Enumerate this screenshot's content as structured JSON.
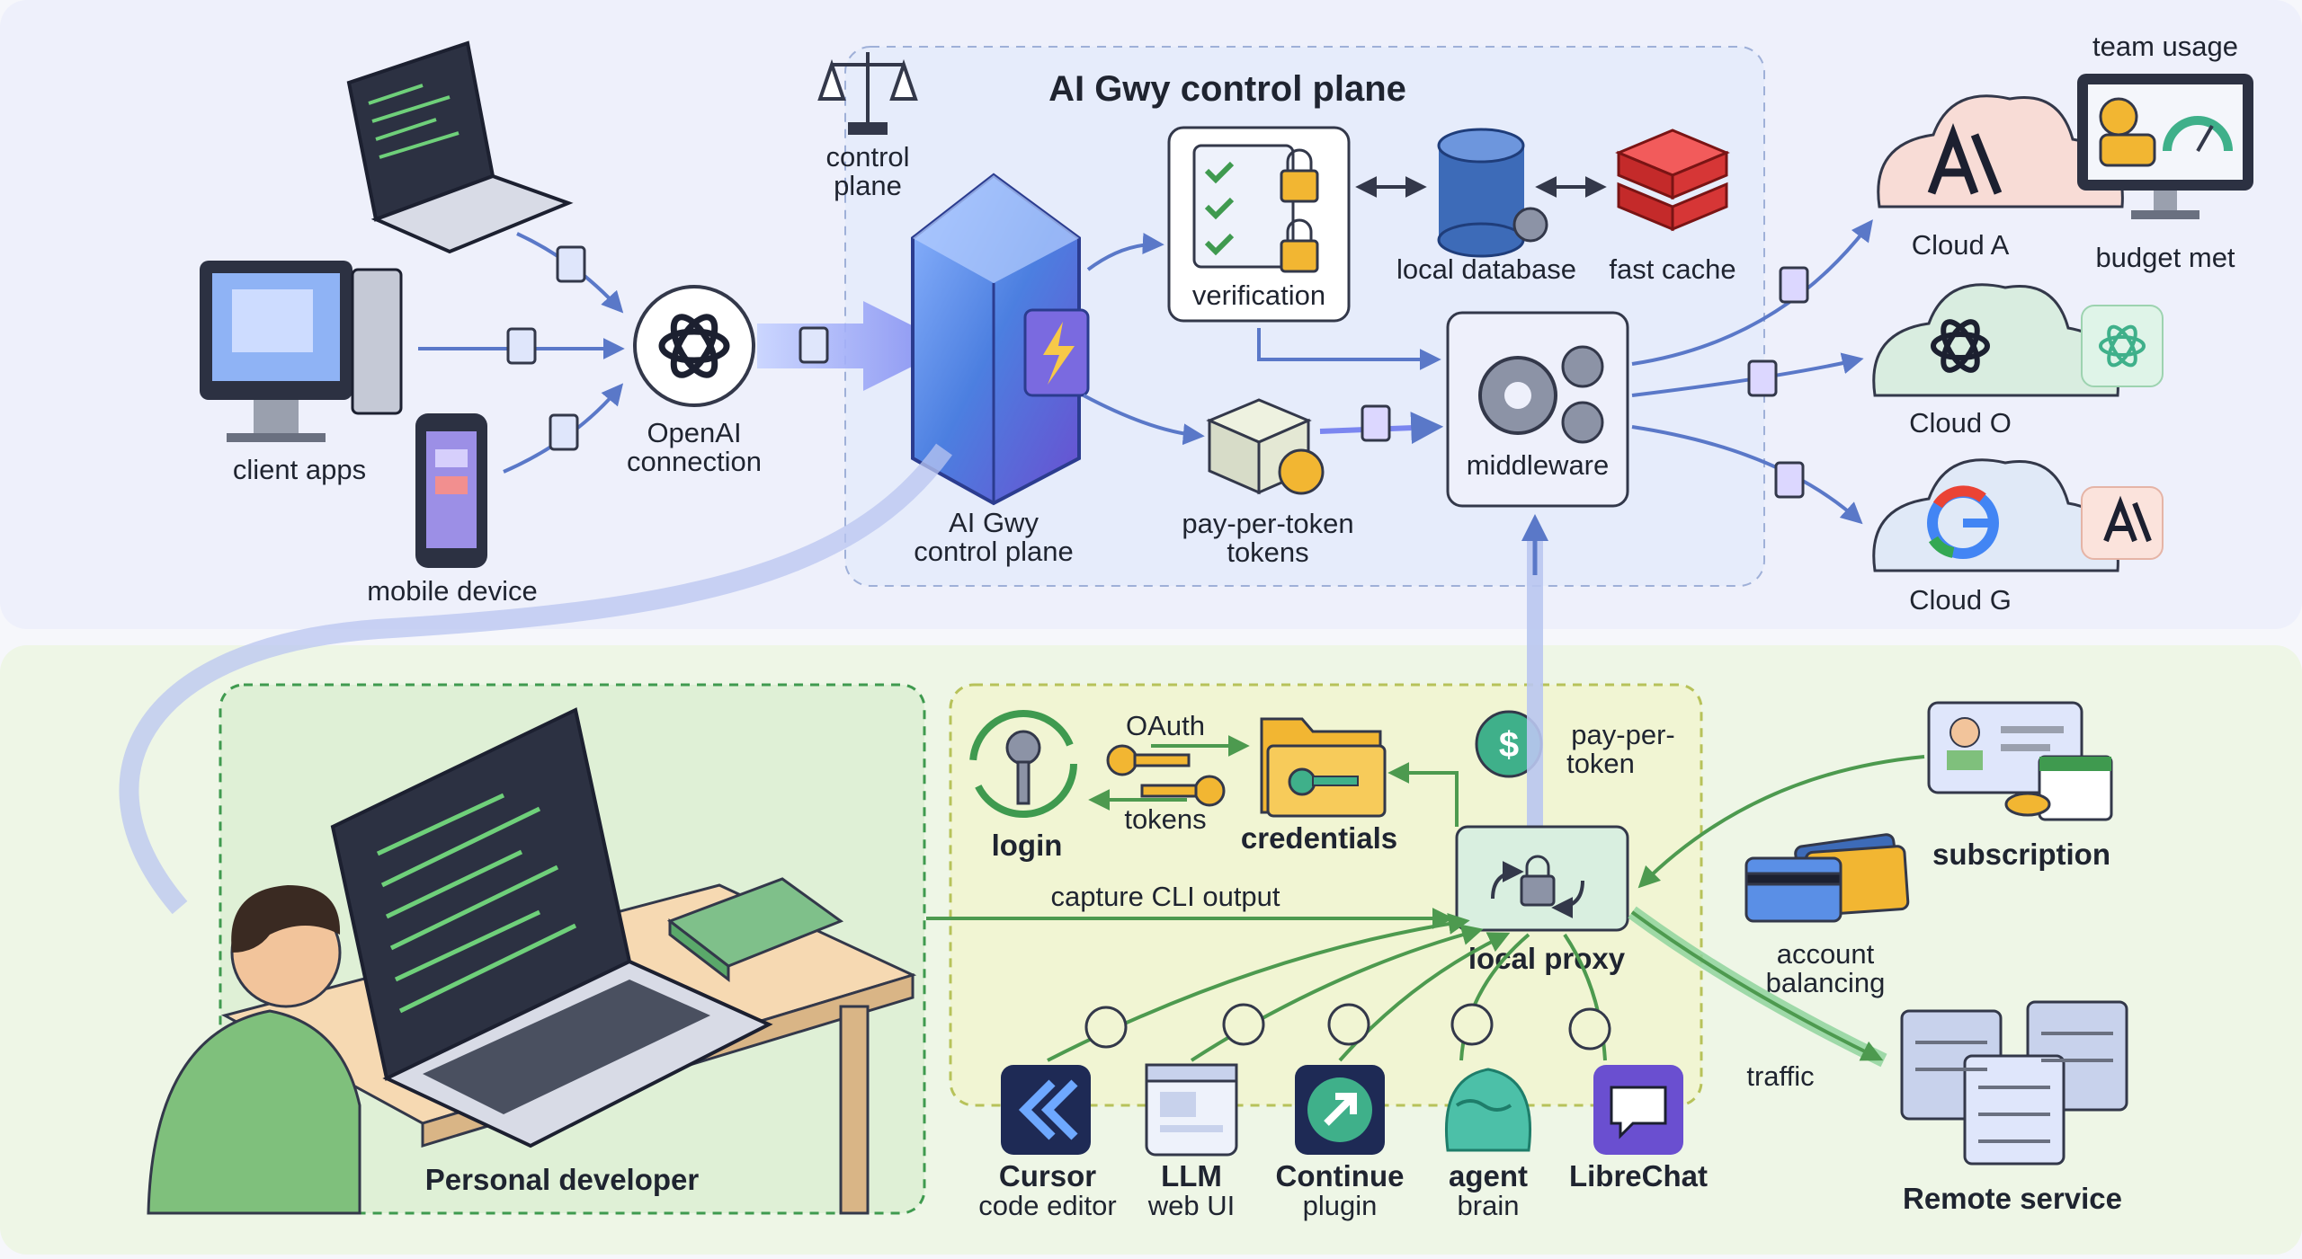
{
  "colors": {
    "top_band": "#eef0fb",
    "bottom_band": "#eef6e6",
    "control_plane_fill": "#e6ecfb",
    "control_plane_stroke": "#9fb0d8",
    "dev_box_fill": "#dff0d6",
    "dev_box_stroke": "#3f9a4f",
    "proxy_zone_fill": "#f1f5d3",
    "proxy_zone_stroke": "#b7c25a",
    "flow_blue": "#5a78c8",
    "flow_green": "#4d9a4f",
    "crystal": "#4c7fe0"
  },
  "top": {
    "control_plane_title": "AI Gwy control plane",
    "scales_label_1": "control",
    "scales_label_2": "plane",
    "client_apps": "client apps",
    "mobile_device": "mobile device",
    "openai_1": "OpenAI",
    "openai_2": "connection",
    "gateway_1": "AI Gwy",
    "gateway_2": "control plane",
    "verification": "verification",
    "local_database": "local database",
    "fast_cache": "fast cache",
    "middleware": "middleware",
    "ppt_1": "pay-per-token",
    "ppt_2": "tokens",
    "team_usage": "team usage",
    "budget_met": "budget met",
    "cloud_a": "Cloud A",
    "cloud_o": "Cloud O",
    "cloud_g": "Cloud G"
  },
  "bottom": {
    "personal_developer": "Personal developer",
    "login": "login",
    "oauth": "OAuth",
    "tokens": "tokens",
    "credentials": "credentials",
    "ppt_1": "pay-per-",
    "ppt_2": "token",
    "capture": "capture CLI output",
    "local_proxy": "local proxy",
    "subscription": "subscription",
    "account_1": "account",
    "account_2": "balancing",
    "traffic": "traffic",
    "remote_service": "Remote service",
    "tools": [
      {
        "name": "Cursor",
        "sub": "code editor"
      },
      {
        "name": "LLM",
        "sub": "web UI"
      },
      {
        "name": "Continue",
        "sub": "plugin"
      },
      {
        "name": "agent",
        "sub": "brain"
      },
      {
        "name": "LibreChat",
        "sub": ""
      }
    ]
  }
}
